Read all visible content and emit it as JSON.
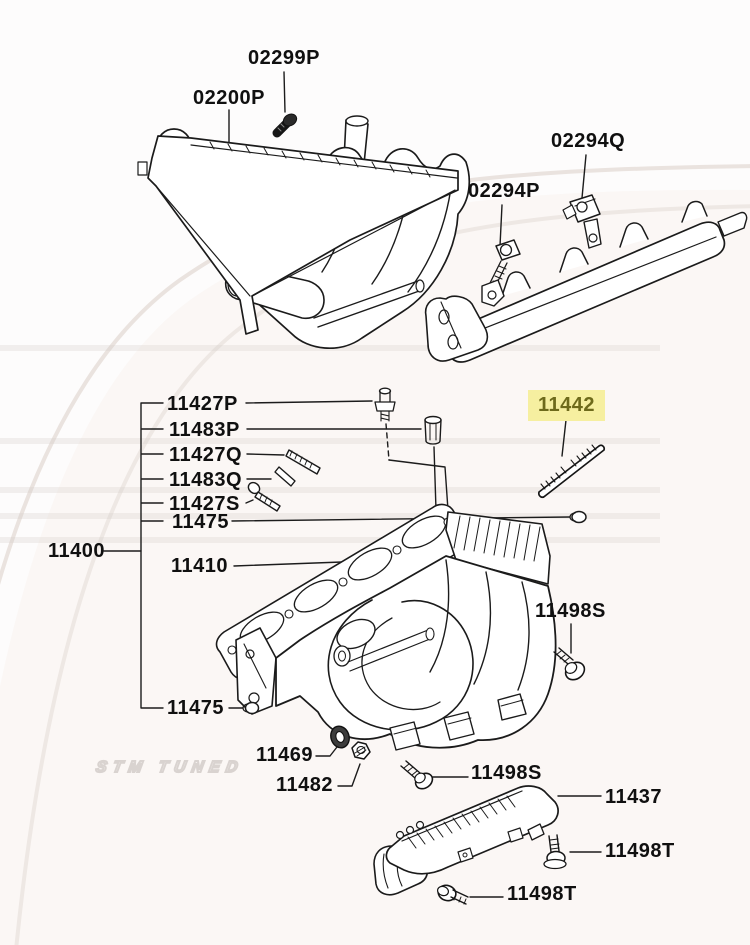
{
  "diagram": {
    "kind": "parts-diagram",
    "description": "Mitsubishi intake manifold parts diagram"
  },
  "watermark": {
    "text": "STM TUNED"
  },
  "highlight": {
    "bg": "#f6efa0",
    "fg": "#6e6a1b",
    "part": "11442"
  },
  "labels": [
    {
      "id": "02299P",
      "text": "02299P",
      "highlighted": false
    },
    {
      "id": "02200P",
      "text": "02200P",
      "highlighted": false
    },
    {
      "id": "02294Q",
      "text": "02294Q",
      "highlighted": false
    },
    {
      "id": "02294P",
      "text": "02294P",
      "highlighted": false
    },
    {
      "id": "11427P",
      "text": "11427P",
      "highlighted": false
    },
    {
      "id": "11483P",
      "text": "11483P",
      "highlighted": false
    },
    {
      "id": "11427Q",
      "text": "11427Q",
      "highlighted": false
    },
    {
      "id": "11483Q",
      "text": "11483Q",
      "highlighted": false
    },
    {
      "id": "11427S",
      "text": "11427S",
      "highlighted": false
    },
    {
      "id": "11475-upper",
      "text": "11475",
      "highlighted": false
    },
    {
      "id": "11400",
      "text": "11400",
      "highlighted": false
    },
    {
      "id": "11410",
      "text": "11410",
      "highlighted": false
    },
    {
      "id": "11442",
      "text": "11442",
      "highlighted": true
    },
    {
      "id": "11498S-right",
      "text": "11498S",
      "highlighted": false
    },
    {
      "id": "11475-lower",
      "text": "11475",
      "highlighted": false
    },
    {
      "id": "11469",
      "text": "11469",
      "highlighted": false
    },
    {
      "id": "11482",
      "text": "11482",
      "highlighted": false
    },
    {
      "id": "11498S-bottom",
      "text": "11498S",
      "highlighted": false
    },
    {
      "id": "11437",
      "text": "11437",
      "highlighted": false
    },
    {
      "id": "11498T-mid",
      "text": "11498T",
      "highlighted": false
    },
    {
      "id": "11498T-bottom",
      "text": "11498T",
      "highlighted": false
    }
  ]
}
